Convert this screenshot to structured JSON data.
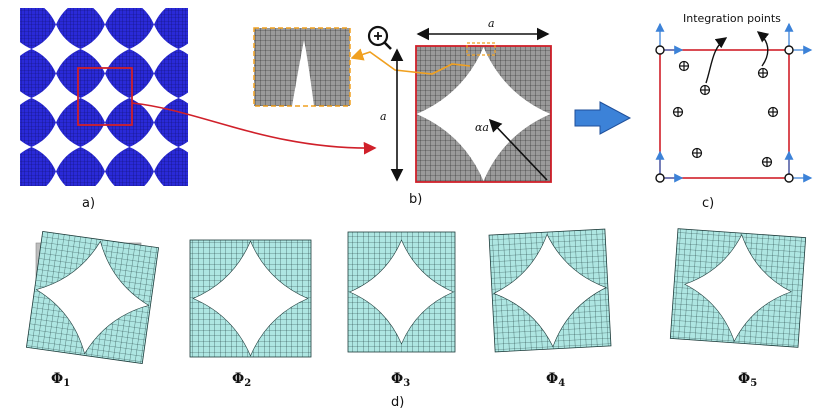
{
  "panels": {
    "a": {
      "label": "a)"
    },
    "b": {
      "label": "b)",
      "dim_width": "a",
      "dim_height": "a",
      "dim_diag": "αa"
    },
    "c": {
      "label": "c)",
      "annotation": "Integration points"
    },
    "d": {
      "label": "d)",
      "modes": [
        {
          "symbol": "Φ",
          "index": "1"
        },
        {
          "symbol": "Φ",
          "index": "2"
        },
        {
          "symbol": "Φ",
          "index": "3"
        },
        {
          "symbol": "Φ",
          "index": "4"
        },
        {
          "symbol": "Φ",
          "index": "5"
        }
      ]
    }
  },
  "colors": {
    "mesh_blue": "#2a2ad8",
    "unit_cell_red": "#d0202a",
    "zoom_orange": "#f0a020",
    "mesh_teal": "#aee6e2",
    "ghost_gray": "#bdbdbd",
    "arrow_blue": "#3c82d8"
  },
  "icons": {
    "zoom": "magnifier-plus-icon",
    "integration_point": "circled-plus-icon"
  }
}
